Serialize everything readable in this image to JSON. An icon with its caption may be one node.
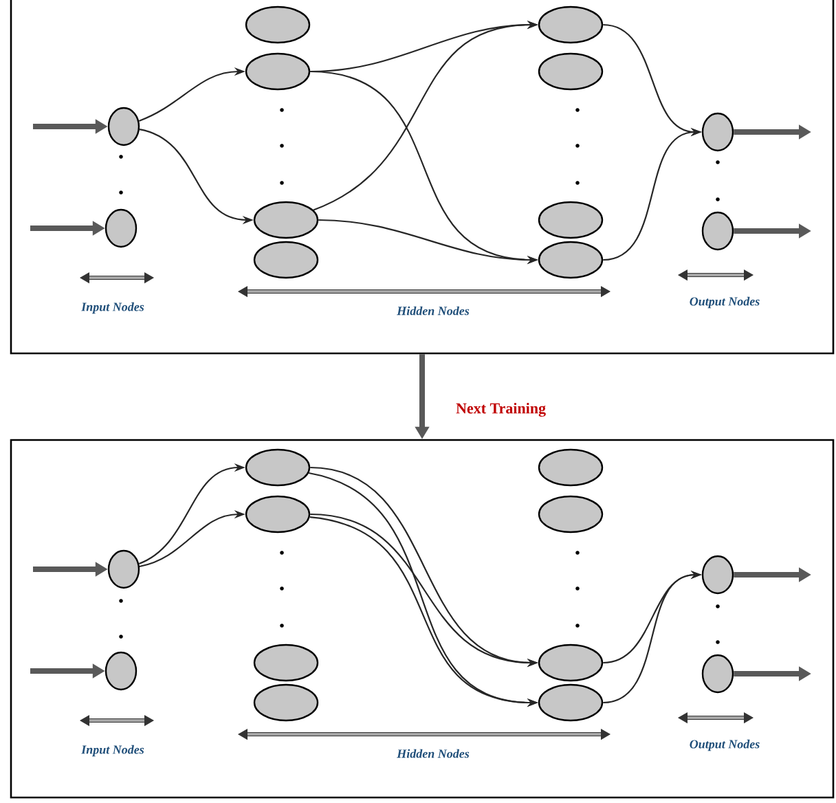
{
  "diagram": {
    "nodes": [
      {
        "text": [],
        "shape": "box"
      },
      {
        "text": [],
        "shape": "ellipse",
        "in": 0
      },
      {
        "text": [],
        "shape": "ellipse",
        "in": 0
      },
      {
        "text": [],
        "shape": "ellipse",
        "in": 0
      },
      {
        "text": [],
        "shape": "ellipse",
        "in": 0
      },
      {
        "text": [],
        "shape": "ellipse",
        "in": 0
      },
      {
        "text": [],
        "shape": "ellipse",
        "in": 0
      },
      {
        "text": [],
        "shape": "ellipse",
        "in": 0
      },
      {
        "text": [],
        "shape": "ellipse",
        "in": 0
      },
      {
        "text": [],
        "shape": "ellipse",
        "in": 0
      },
      {
        "text": [],
        "shape": "ellipse",
        "in": 0
      },
      {
        "text": [],
        "shape": "ellipse",
        "in": 0
      },
      {
        "text": [],
        "shape": "ellipse",
        "in": 0
      },
      {
        "text": [],
        "shape": "box"
      },
      {
        "text": [],
        "shape": "ellipse",
        "in": 13
      },
      {
        "text": [],
        "shape": "ellipse",
        "in": 13
      },
      {
        "text": [],
        "shape": "ellipse",
        "in": 13
      },
      {
        "text": [],
        "shape": "ellipse",
        "in": 13
      },
      {
        "text": [],
        "shape": "ellipse",
        "in": 13
      },
      {
        "text": [],
        "shape": "ellipse",
        "in": 13
      },
      {
        "text": [],
        "shape": "ellipse",
        "in": 13
      },
      {
        "text": [],
        "shape": "ellipse",
        "in": 13
      },
      {
        "text": [],
        "shape": "ellipse",
        "in": 13
      },
      {
        "text": [],
        "shape": "ellipse",
        "in": 13
      },
      {
        "text": [],
        "shape": "ellipse",
        "in": 13
      },
      {
        "text": [],
        "shape": "ellipse",
        "in": 13
      }
    ],
    "edges": [
      {
        "from": null,
        "to": 1,
        "arrow": "to",
        "style": "thick"
      },
      {
        "from": null,
        "to": 2,
        "arrow": "to",
        "style": "thick"
      },
      {
        "from": 1,
        "to": 4,
        "arrow": "to"
      },
      {
        "from": 1,
        "to": 5,
        "arrow": "to"
      },
      {
        "from": 4,
        "to": 7,
        "arrow": "to"
      },
      {
        "from": 4,
        "to": 10,
        "arrow": "to"
      },
      {
        "from": 5,
        "to": 7,
        "arrow": "to"
      },
      {
        "from": 5,
        "to": 10,
        "arrow": "to"
      },
      {
        "from": 7,
        "to": 11,
        "arrow": "to"
      },
      {
        "from": 10,
        "to": 11,
        "arrow": "to"
      },
      {
        "from": 11,
        "to": null,
        "arrow": "to",
        "style": "thick"
      },
      {
        "from": 12,
        "to": null,
        "arrow": "to",
        "style": "thick"
      },
      {
        "from": 0,
        "to": 13,
        "arrow": "to",
        "style": "thick",
        "label": "Next Training"
      },
      {
        "from": null,
        "to": 14,
        "arrow": "to",
        "style": "thick"
      },
      {
        "from": null,
        "to": 15,
        "arrow": "to",
        "style": "thick"
      },
      {
        "from": 14,
        "to": 16,
        "arrow": "to"
      },
      {
        "from": 14,
        "to": 17,
        "arrow": "to"
      },
      {
        "from": 16,
        "to": 22,
        "arrow": "to"
      },
      {
        "from": 16,
        "to": 23,
        "arrow": "to"
      },
      {
        "from": 17,
        "to": 22,
        "arrow": "to"
      },
      {
        "from": 17,
        "to": 23,
        "arrow": "to"
      },
      {
        "from": 22,
        "to": 24,
        "arrow": "to"
      },
      {
        "from": 23,
        "to": 24,
        "arrow": "to"
      },
      {
        "from": 24,
        "to": null,
        "arrow": "to",
        "style": "thick"
      },
      {
        "from": 25,
        "to": null,
        "arrow": "to",
        "style": "thick"
      }
    ],
    "labels": [
      "Input Nodes",
      "Hidden Nodes",
      "Output Nodes",
      "Input Nodes",
      "Hidden Nodes",
      "Output Nodes"
    ]
  }
}
